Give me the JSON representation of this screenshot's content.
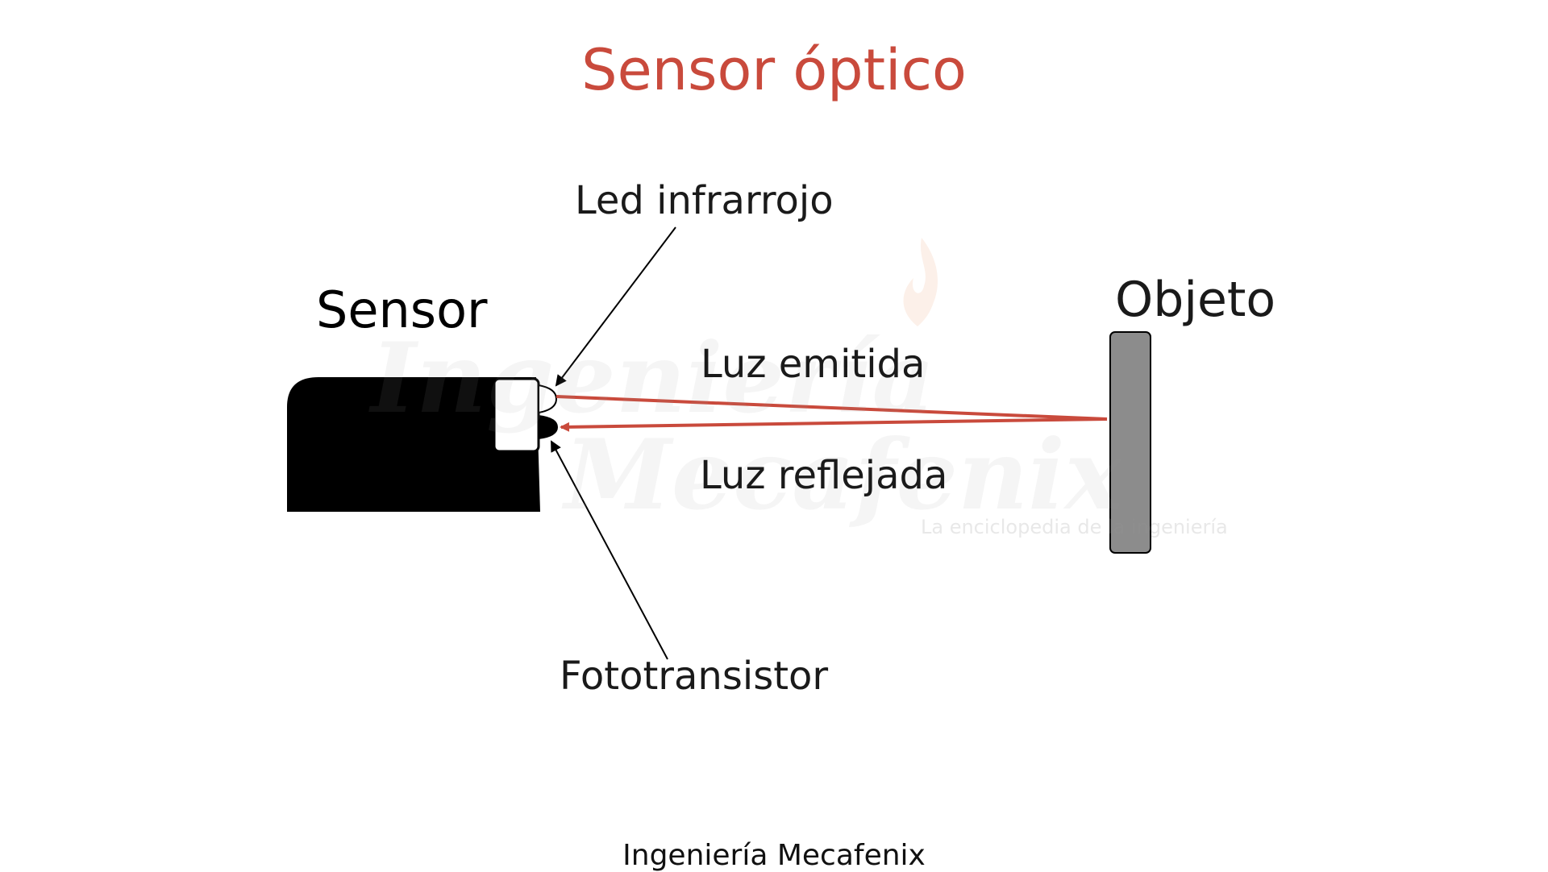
{
  "title": "Sensor óptico",
  "labels": {
    "led": "Led infrarrojo",
    "sensor": "Sensor",
    "objeto": "Objeto",
    "emitida": "Luz emitida",
    "reflejada": "Luz reflejada",
    "fototransistor": "Fototransistor"
  },
  "footer": "Ingeniería Mecafenix",
  "watermark": {
    "line1": "Ingeniería",
    "line2": "Mecafenix",
    "tagline": "La enciclopedia de la ingeniería"
  },
  "colors": {
    "title": "#c94a3c",
    "light_rays": "#c94a3c",
    "sensor_body": "#000000",
    "object_fill": "#8c8c8c"
  },
  "icons": {
    "watermark_logo": "flame-icon"
  }
}
